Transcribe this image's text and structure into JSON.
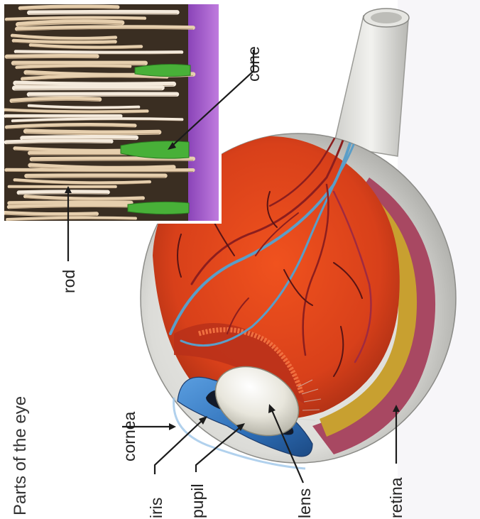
{
  "title": "Parts of the eye",
  "labels": {
    "cornea": "cornea",
    "iris": "iris",
    "pupil": "pupil",
    "lens": "lens",
    "retina": "retina",
    "cone": "cone",
    "rod": "rod"
  },
  "colors": {
    "retina_interior": "#e0441c",
    "iris": "#2e6fb8",
    "lens": "#eceae0",
    "choroid": "#a84862",
    "sclera_band": "#c8a030",
    "rods": "#d8bf9c",
    "cones": "#48b038",
    "membrane": "#a05cc8",
    "vein_blue": "#5a9ec8",
    "vein_red": "#8c1e1e"
  }
}
